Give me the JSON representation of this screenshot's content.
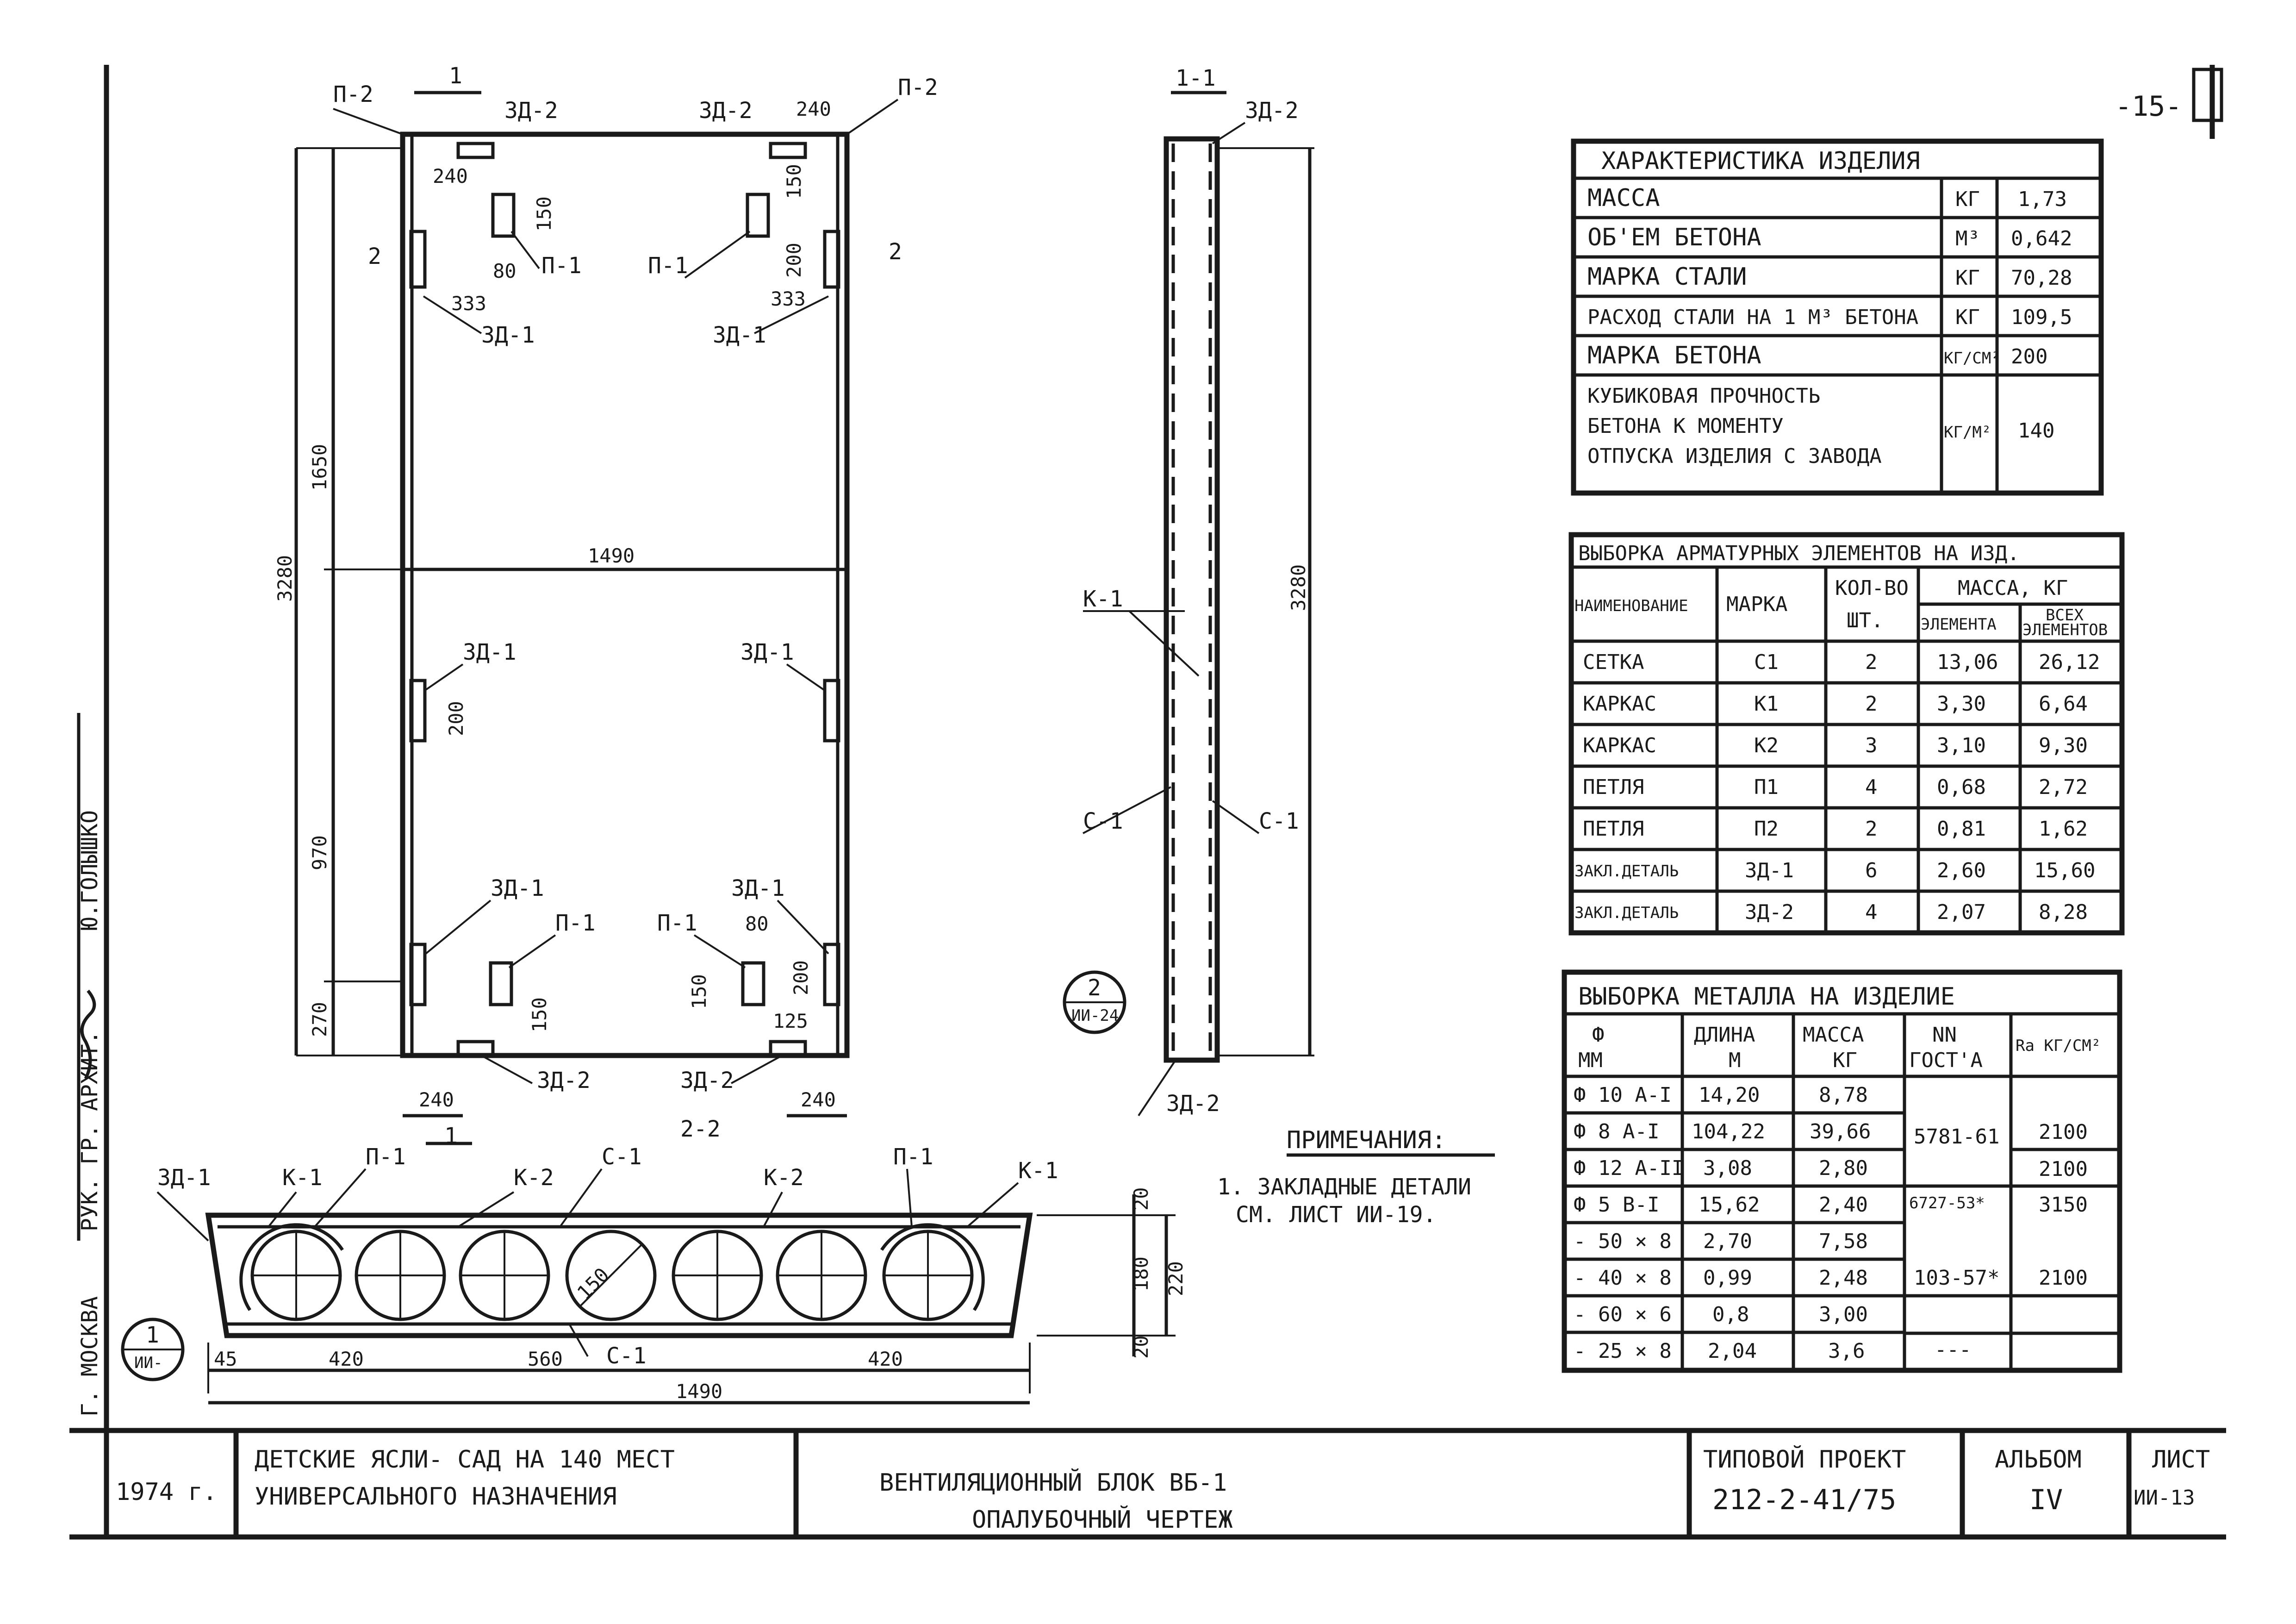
{
  "page": {
    "number": "-15-"
  },
  "front": {
    "sections": {
      "s1": "1",
      "s2": "2"
    },
    "tags": {
      "p2": "П-2",
      "zd2": "ЗД-2",
      "p1": "П-1",
      "zd1": "ЗД-1"
    },
    "dims": {
      "d240": "240",
      "d150": "150",
      "d80": "80",
      "d333": "333",
      "d200": "200",
      "d1650": "1650",
      "d3280": "3280",
      "d1490": "1490",
      "d970": "970",
      "d270": "270",
      "d125": "125"
    }
  },
  "side": {
    "title": "1-1",
    "tags": {
      "zd2": "ЗД-2",
      "k1": "К-1",
      "c1": "С-1"
    },
    "dim_height": "3280",
    "callout": {
      "num": "2",
      "sheet": "ИИ-24"
    }
  },
  "plan": {
    "title": "2-2",
    "tags": {
      "zd1": "ЗД-1",
      "k1": "К-1",
      "p1": "П-1",
      "k2": "К-2",
      "c1": "С-1"
    },
    "dims": {
      "d45": "45",
      "d420": "420",
      "d560": "560",
      "d1490": "1490",
      "d150": "150",
      "d20": "20",
      "d180": "180",
      "d220": "220"
    },
    "callout": {
      "num": "1",
      "sheet": "ИИ-"
    }
  },
  "notes": {
    "title": "ПРИМЕЧАНИЯ:",
    "line1": "1. ЗАКЛАДНЫЕ ДЕТАЛИ",
    "line2": "СМ. ЛИСТ ИИ-19."
  },
  "props": {
    "title": "ХАРАКТЕРИСТИКА  ИЗДЕЛИЯ",
    "rows": [
      {
        "name": "МАССА",
        "unit": "КГ",
        "value": "1,73"
      },
      {
        "name": "ОБ'ЕМ   БЕТОНА",
        "unit": "М³",
        "value": "0,642"
      },
      {
        "name": "МАРКА  СТАЛИ",
        "unit": "КГ",
        "value": "70,28"
      },
      {
        "name": "РАСХОД СТАЛИ НА 1 М³ БЕТОНА",
        "unit": "КГ",
        "value": "109,5"
      },
      {
        "name": "МАРКА   БЕТОНА",
        "unit": "КГ/СМ²",
        "value": "200"
      }
    ],
    "cube": {
      "l1": "КУБИКОВАЯ  ПРОЧНОСТЬ",
      "l2": "БЕТОНА  К  МОМЕНТУ",
      "l3": "ОТПУСКА ИЗДЕЛИЯ С ЗАВОДА",
      "unit": "КГ/М²",
      "value": "140"
    }
  },
  "rebar": {
    "title": "ВЫБОРКА  АРМАТУРНЫХ  ЭЛЕМЕНТОВ НА ИЗД.",
    "h_name": "НАИМЕНОВАНИЕ",
    "h_mark": "МАРКА",
    "h_qty1": "КОЛ-ВО",
    "h_qty2": "ШТ.",
    "h_mass": "МАССА,  КГ",
    "h_el": "ЭЛЕМЕНТА",
    "h_all1": "ВСЕХ",
    "h_all2": "ЭЛЕМЕНТОВ",
    "rows": [
      {
        "name": "СЕТКА",
        "mark": "С1",
        "qty": "2",
        "el": "13,06",
        "all": "26,12"
      },
      {
        "name": "КАРКАС",
        "mark": "К1",
        "qty": "2",
        "el": "3,30",
        "all": "6,64"
      },
      {
        "name": "КАРКАС",
        "mark": "К2",
        "qty": "3",
        "el": "3,10",
        "all": "9,30"
      },
      {
        "name": "ПЕТЛЯ",
        "mark": "П1",
        "qty": "4",
        "el": "0,68",
        "all": "2,72"
      },
      {
        "name": "ПЕТЛЯ",
        "mark": "П2",
        "qty": "2",
        "el": "0,81",
        "all": "1,62"
      },
      {
        "name": "ЗАКЛ.ДЕТАЛЬ",
        "mark": "ЗД-1",
        "qty": "6",
        "el": "2,60",
        "all": "15,60"
      },
      {
        "name": "ЗАКЛ.ДЕТАЛЬ",
        "mark": "ЗД-2",
        "qty": "4",
        "el": "2,07",
        "all": "8,28"
      }
    ]
  },
  "metal": {
    "title": "ВЫБОРКА  МЕТАЛЛА  НА  ИЗДЕЛИЕ",
    "h_phi1": "Ф",
    "h_phi2": "ММ",
    "h_len1": "ДЛИНА",
    "h_len2": "М",
    "h_mass1": "МАССА",
    "h_mass2": "КГ",
    "h_gost1": "NN",
    "h_gost2": "ГОСТ'А",
    "h_ra": "Ra КГ/СМ²",
    "rows": [
      {
        "phi": "Ф 10 А-I",
        "len": "14,20",
        "mass": "8,78"
      },
      {
        "phi": "Ф 8 А-I",
        "len": "104,22",
        "mass": "39,66"
      },
      {
        "phi": "Ф 12 А-II",
        "len": "3,08",
        "mass": "2,80"
      },
      {
        "phi": "Ф 5 В-I",
        "len": "15,62",
        "mass": "2,40"
      },
      {
        "phi": "- 50 × 8",
        "len": "2,70",
        "mass": "7,58"
      },
      {
        "phi": "- 40 × 8",
        "len": "0,99",
        "mass": "2,48"
      },
      {
        "phi": "- 60 × 6",
        "len": "0,8",
        "mass": "3,00"
      },
      {
        "phi": "- 25 × 8",
        "len": "2,04",
        "mass": "3,6"
      }
    ],
    "gost_a": "5781-61",
    "gost_b": "6727-53*",
    "gost_c": "103-57*",
    "gost_d": "---",
    "ra_a": "2100",
    "ra_b": "2100",
    "ra_c": "3150",
    "ra_d": "2100"
  },
  "side_stamp": {
    "city": "Г. МОСКВА",
    "role": "РУК. ГР. АРХИТ.",
    "name": "Ю.ГОЛЫШКО"
  },
  "title_block": {
    "year": "1974 г.",
    "object1": "ДЕТСКИЕ ЯСЛИ- САД  НА 140 МЕСТ",
    "object2": "УНИВЕРСАЛЬНОГО   НАЗНАЧЕНИЯ",
    "product1": "ВЕНТИЛЯЦИОННЫЙ    БЛОК    ВБ-1",
    "product2": "ОПАЛУБОЧНЫЙ   ЧЕРТЕЖ",
    "project_label": "ТИПОВОЙ  ПРОЕКТ",
    "project_no": "212-2-41/75",
    "album_label": "АЛЬБОМ",
    "album_no": "IV",
    "sheet_label": "ЛИСТ",
    "sheet_no": "ИИ-13"
  }
}
